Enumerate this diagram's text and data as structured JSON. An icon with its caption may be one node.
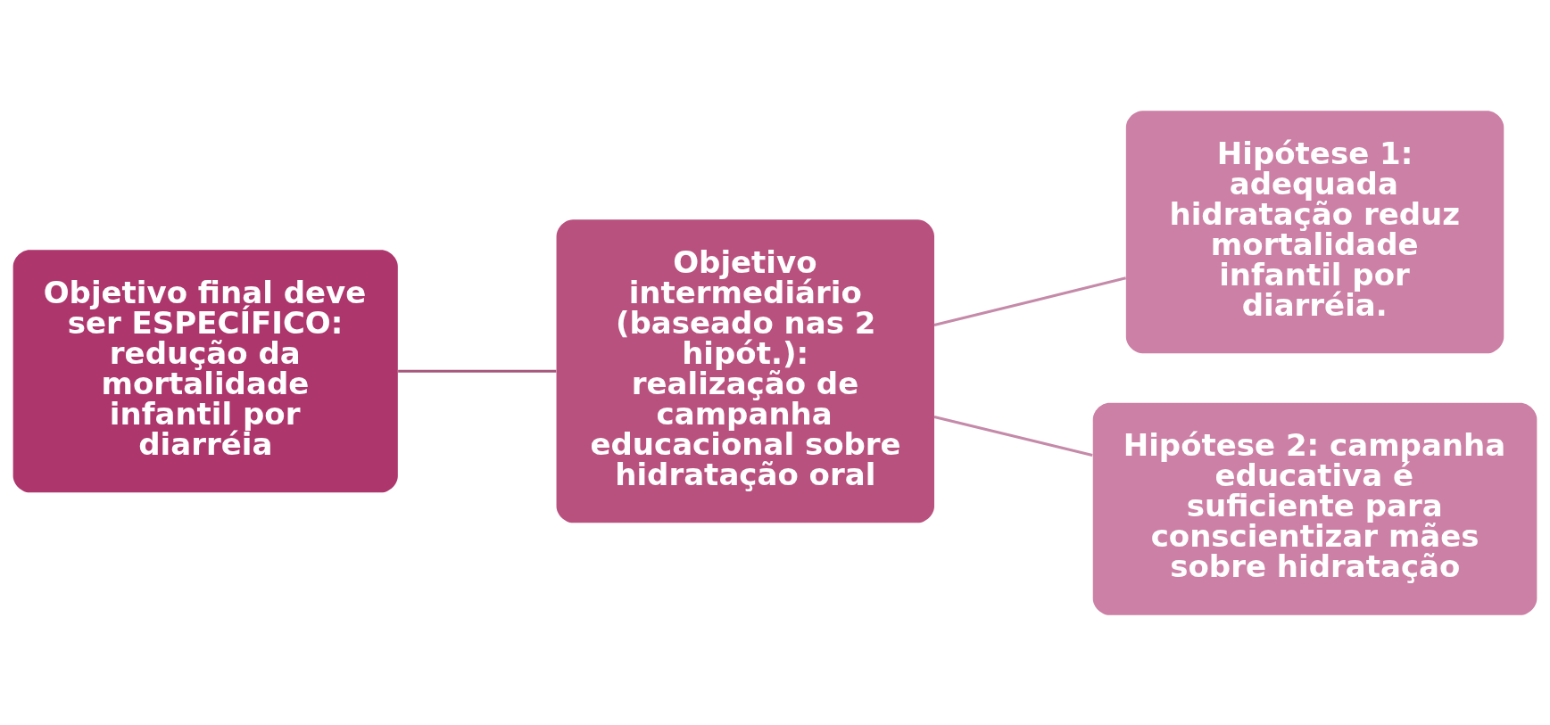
{
  "diagram": {
    "nodes": [
      {
        "text": [
          "Objetivo final deve ser ESPECÍFICO: redução da mortalidade infantil por diarréia"
        ]
      },
      {
        "text": [
          "Objetivo intermediário (baseado nas 2 hipót.): realização de campanha educacional sobre hidratação oral"
        ]
      },
      {
        "text": [
          "Hipótese 1: adequada hidratação reduz mortalidade infantil por diarréia."
        ]
      },
      {
        "text": [
          "Hipótese 2: campanha educativa é suficiente para conscientizar mães sobre hidratação"
        ]
      }
    ],
    "edges": [
      {
        "from": 0,
        "to": 1,
        "arrow": "none",
        "color": "#a5587c"
      },
      {
        "from": 1,
        "to": 2,
        "arrow": "none"
      },
      {
        "from": 1,
        "to": 3,
        "arrow": "none"
      }
    ]
  }
}
